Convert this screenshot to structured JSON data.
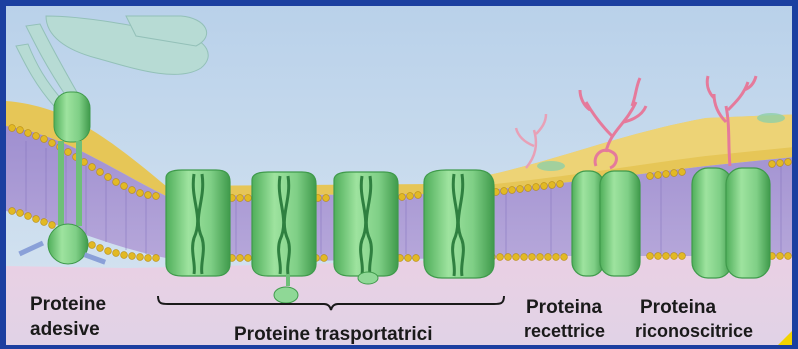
{
  "labels": {
    "adhesive_line1": "Proteine",
    "adhesive_line2": "adesive",
    "transport": "Proteine trasportatrici",
    "receptor_line1": "Proteina",
    "receptor_line2": "recettrice",
    "recognition_line1": "Proteina",
    "recognition_line2": "riconoscitrice"
  },
  "colors": {
    "frame": "#1b3fa0",
    "sky": "#c9dcee",
    "membrane_top": "#e6c657",
    "bilayer": "#a897d3",
    "phospholipid_head": "#e2b924",
    "protein": "#7fcf86",
    "protein_dark": "#3f9a4b",
    "glycan": "#e57a9b",
    "cytoplasm": "#e9d4e6"
  }
}
